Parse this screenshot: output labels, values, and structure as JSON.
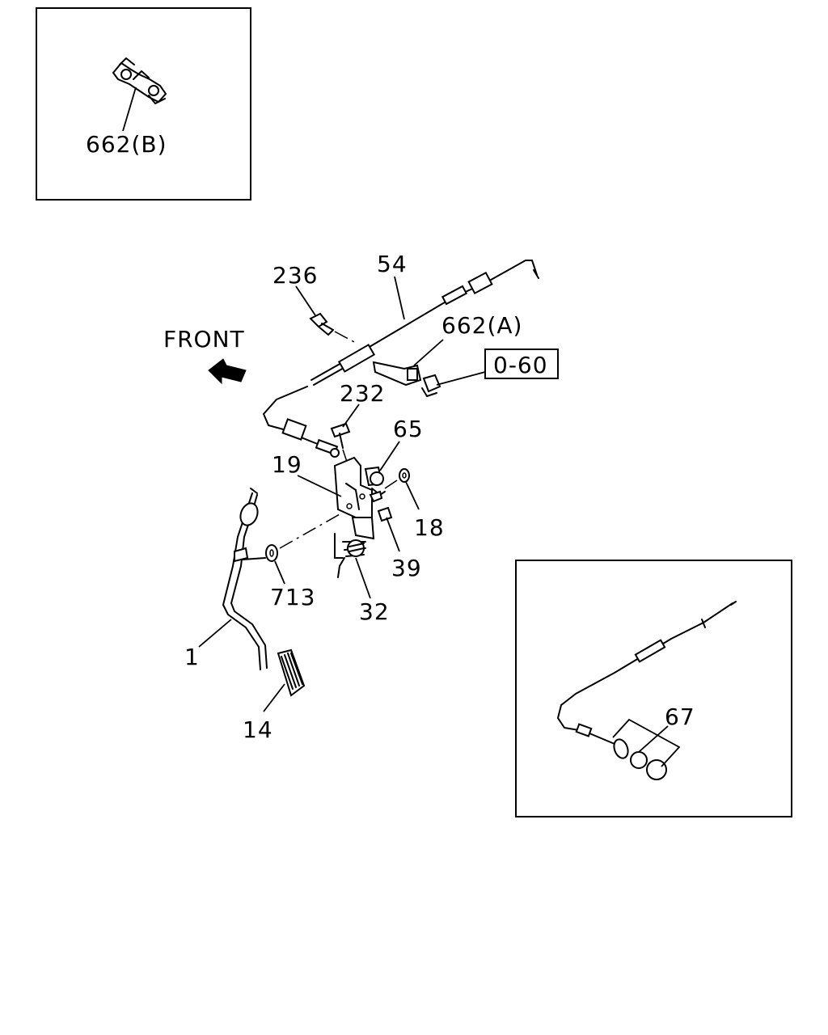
{
  "labels": {
    "l662b": "662(B)",
    "l236": "236",
    "l54": "54",
    "l662a": "662(A)",
    "l060": "0-60",
    "l232": "232",
    "l65": "65",
    "l19": "19",
    "l18": "18",
    "l39": "39",
    "l713": "713",
    "l32": "32",
    "l1": "1",
    "l14": "14",
    "l67": "67",
    "front": "FRONT"
  }
}
